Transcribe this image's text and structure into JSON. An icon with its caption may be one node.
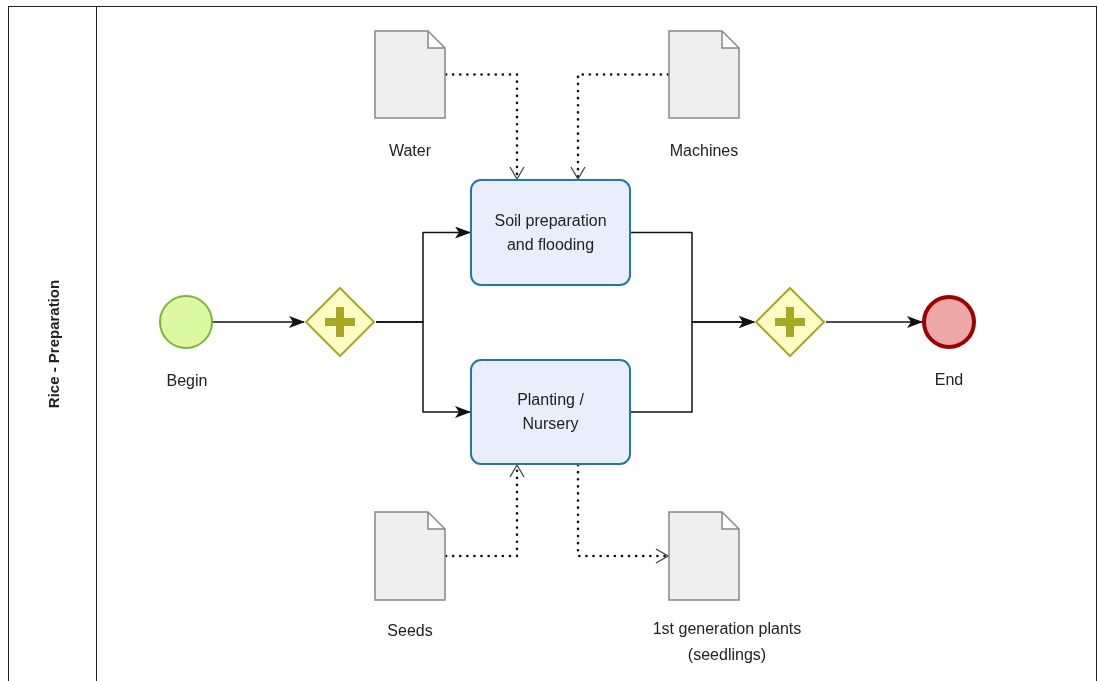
{
  "diagram": {
    "nodes": [
      {
        "text": [
          "Rice - Preparation"
        ]
      },
      {
        "text": [],
        "shape": "document",
        "in": 0,
        "beside": [
          "Water"
        ]
      },
      {
        "text": [],
        "shape": "document",
        "in": 0,
        "beside": [
          "Machines"
        ]
      },
      {
        "text": [
          "Soil preparation and flooding"
        ],
        "in": 0
      },
      {
        "text": [],
        "shape": "circle",
        "in": 0,
        "beside": [
          "Begin"
        ]
      },
      {
        "text": [],
        "shape": "diamond",
        "in": 0
      },
      {
        "text": [],
        "shape": "diamond",
        "in": 0
      },
      {
        "text": [],
        "shape": "circle",
        "in": 0,
        "beside": [
          "End"
        ]
      },
      {
        "text": [
          "Planting / Nursery"
        ],
        "in": 0
      },
      {
        "text": [],
        "shape": "document",
        "in": 0,
        "beside": [
          "Seeds"
        ]
      },
      {
        "text": [],
        "shape": "document",
        "in": 0,
        "beside": [
          "1st generation plants (seedlings)"
        ]
      }
    ],
    "edges": [
      {
        "from": 4,
        "to": 5,
        "arrow": "to"
      },
      {
        "from": 5,
        "to": 3,
        "arrow": "to"
      },
      {
        "from": 5,
        "to": 8,
        "arrow": "to"
      },
      {
        "from": 3,
        "to": 6,
        "arrow": "to"
      },
      {
        "from": 8,
        "to": 6,
        "arrow": "to"
      },
      {
        "from": 6,
        "to": 7,
        "arrow": "to"
      },
      {
        "from": 1,
        "to": 3,
        "arrow": "to",
        "style": "dashed"
      },
      {
        "from": 2,
        "to": 3,
        "arrow": "to",
        "style": "dashed"
      },
      {
        "from": 9,
        "to": 8,
        "arrow": "to",
        "style": "dashed"
      },
      {
        "from": 8,
        "to": 10,
        "arrow": "to",
        "style": "dashed"
      }
    ]
  }
}
